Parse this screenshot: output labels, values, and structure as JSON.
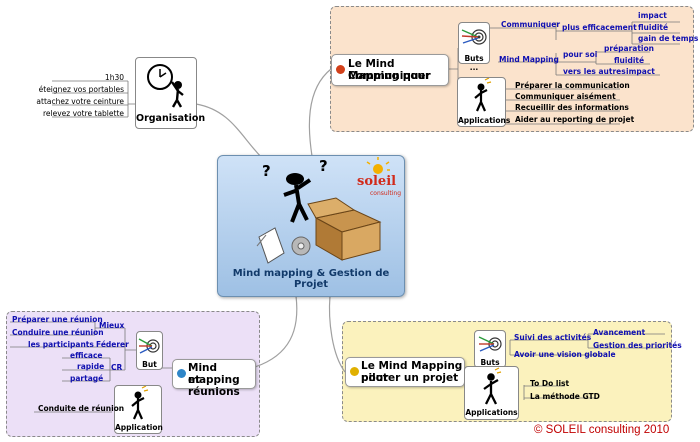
{
  "center": {
    "title": "Mind mapping & Gestion de Projet",
    "logo_text": "soleil",
    "logo_sub": "consulting"
  },
  "organisation": {
    "title": "Organisation",
    "items": [
      "1h30",
      "éteignez vos portables",
      "attachez votre ceinture",
      "relevez votre tablette"
    ]
  },
  "communiquer": {
    "title_line1": "Le Mind Mapping pour",
    "title_line2": "Communiquer",
    "buts_label": "Buts ...",
    "communiquer_label": "Communiquer",
    "plus_efficacement": "plus efficacement",
    "efficacement_items": [
      "impact",
      "fluidité",
      "gain de temps"
    ],
    "mind_mapping_label": "Mind Mapping",
    "pour_soi": "pour soi",
    "pour_soi_items": [
      "préparation",
      "fluidité"
    ],
    "vers_les_autres": "vers les autres",
    "vers_les_autres_item": "impact",
    "applications_label": "Applications",
    "applications": [
      "Préparer la communication",
      "Communiquer aisément",
      "Recueillir des informations",
      "Aider au reporting de projet"
    ]
  },
  "reunions": {
    "title_line1": "Mind mapping",
    "title_line2": "et réunions",
    "but_label": "But",
    "mieux": "Mieux",
    "mieux_items": [
      "Préparer une réunion",
      "Conduire une réunion"
    ],
    "federer": "Féderer",
    "federer_item": "les participants",
    "cr": "CR",
    "cr_items": [
      "efficace",
      "rapide",
      "partagé"
    ],
    "application_label": "Application",
    "application_item": "Conduite de réunion"
  },
  "piloter": {
    "title_line1": "Le Mind Mapping pour",
    "title_line2": "piloter un projet",
    "buts_label": "Buts ...",
    "suivi_label": "Suivi des activités",
    "suivi_items": [
      "Avancement",
      "Gestion des priorités"
    ],
    "vision_label": "Avoir une vision globale",
    "applications_label": "Applications",
    "applications": [
      "To Do list",
      "La méthode GTD"
    ]
  },
  "copyright": "© SOLEIL consulting 2010",
  "colors": {
    "comm_region": "#fbe3cc",
    "reunion_region": "#ece0f7",
    "piloter_region": "#fbf2bd",
    "center_top": "#cfe2f7",
    "center_bottom": "#9ec0e4",
    "label_blue": "#1010b0",
    "copyright_red": "#c00000",
    "comm_badge": "#d2401a",
    "reunion_badge": "#2f86c8",
    "piloter_badge": "#e0b000"
  },
  "icons": [
    "clock-figure-icon",
    "target-arrows-icon",
    "idea-figure-icon",
    "thinking-figure-icon",
    "gear-icon",
    "box-icon",
    "sun-logo-icon"
  ]
}
